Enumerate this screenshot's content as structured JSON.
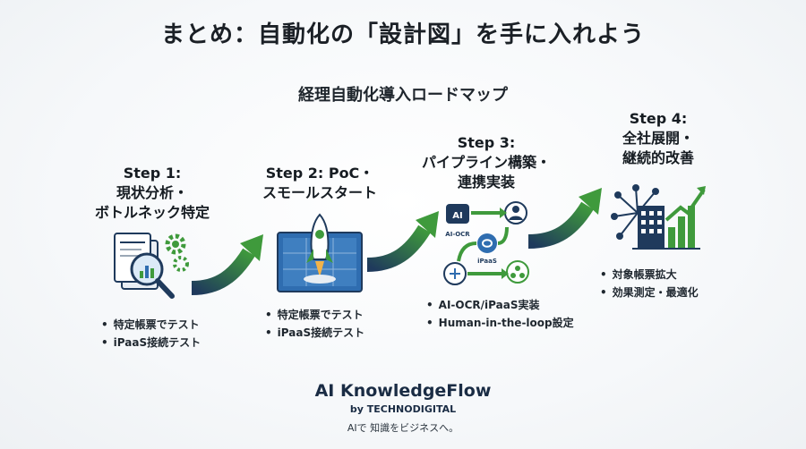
{
  "title": "まとめ：自動化の「設計図」を手に入れよう",
  "subtitle": "経理自動化導入ロードマップ",
  "steps": [
    {
      "label": "Step 1:",
      "lines": [
        "現状分析・",
        "ボトルネック特定"
      ],
      "bullets": [
        "特定帳票でテスト",
        "iPaaS接続テスト"
      ]
    },
    {
      "label": "Step 2: PoC・",
      "lines": [
        "スモールスタート"
      ],
      "bullets": [
        "特定帳票でテスト",
        "iPaaS接続テスト"
      ]
    },
    {
      "label": "Step 3:",
      "lines": [
        "パイプライン構築・",
        "連携実装"
      ],
      "bullets": [
        "AI-OCR/iPaaS実装",
        "Human-in-the-loop設定"
      ]
    },
    {
      "label": "Step 4:",
      "lines": [
        "全社展開・",
        "継続的改善"
      ],
      "bullets": [
        "対象帳票拡大",
        "効果測定・最適化"
      ]
    }
  ],
  "diagram_labels": {
    "ai": "AI",
    "ai_ocr": "AI-OCR",
    "ipaas": "iPaaS"
  },
  "footer": {
    "brand": "AI KnowledgeFlow",
    "by": "by TECHNODIGITAL",
    "tagline": "AIで 知識をビジネスへ。"
  },
  "colors": {
    "navy": "#1f3a5c",
    "green": "#3f9a3c",
    "blue": "#2f6db0"
  }
}
